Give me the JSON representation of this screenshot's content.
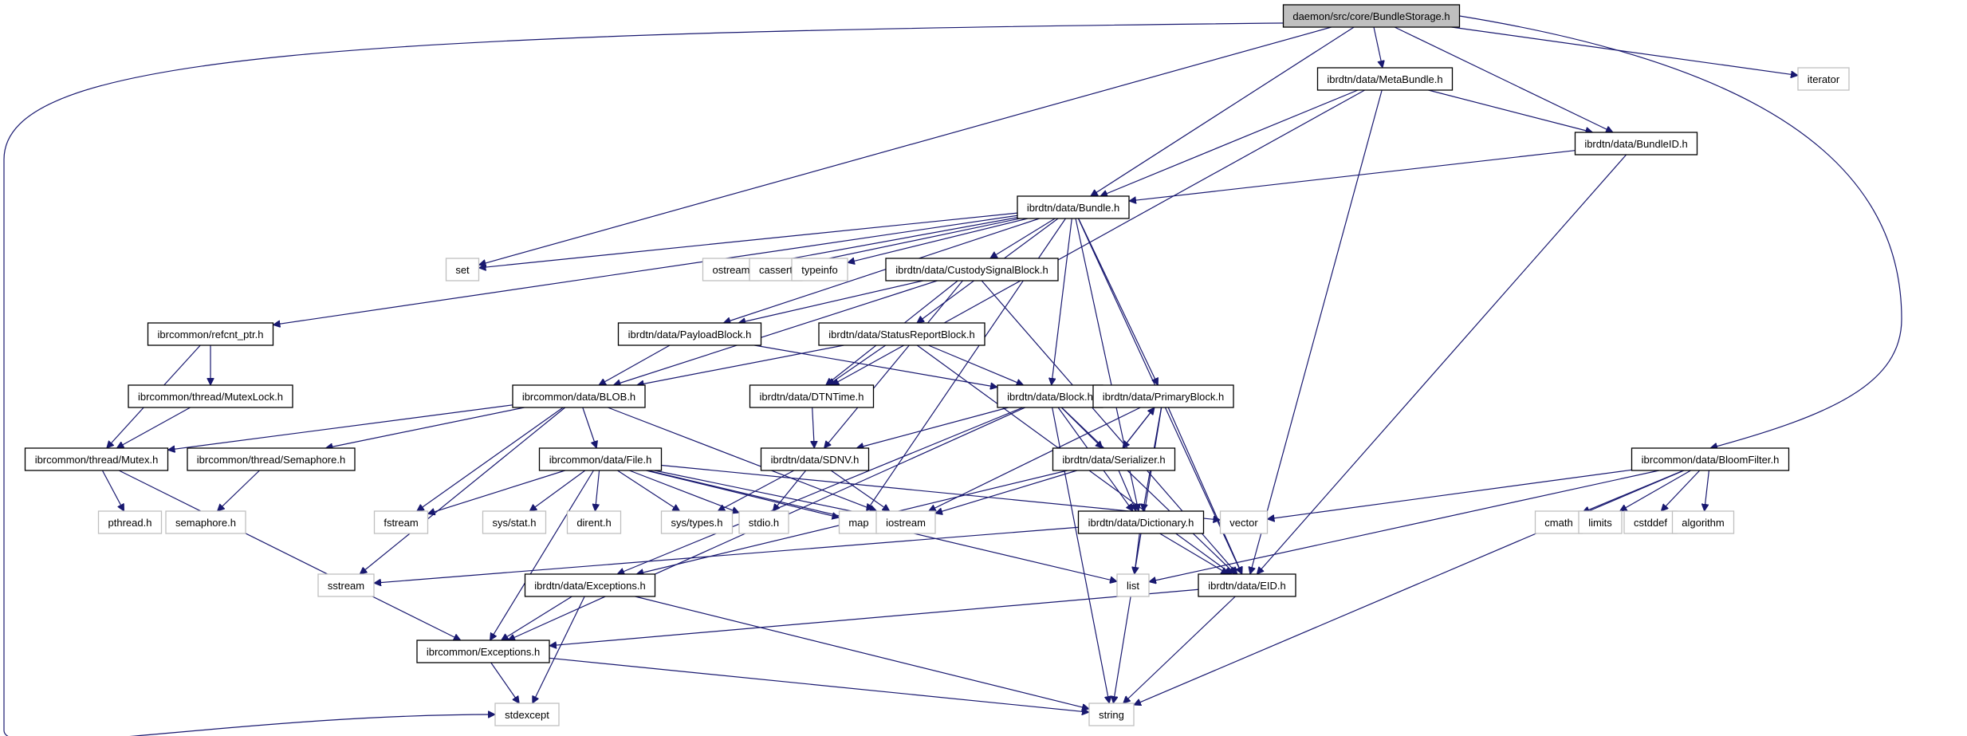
{
  "title": "daemon/src/core/BundleStorage.h",
  "colors": {
    "edge": "#191970",
    "root_fill": "#bfbfbf",
    "header_border": "#000000",
    "system_border": "#bfbfbf"
  },
  "nodes": [
    {
      "id": "root",
      "label": "daemon/src/core/BundleStorage.h",
      "kind": "root"
    },
    {
      "id": "metabundle",
      "label": "ibrdtn/data/MetaBundle.h",
      "kind": "header"
    },
    {
      "id": "iterator",
      "label": "iterator",
      "kind": "system"
    },
    {
      "id": "bundleid",
      "label": "ibrdtn/data/BundleID.h",
      "kind": "header"
    },
    {
      "id": "bundle",
      "label": "ibrdtn/data/Bundle.h",
      "kind": "header"
    },
    {
      "id": "set",
      "label": "set",
      "kind": "system"
    },
    {
      "id": "ostream",
      "label": "ostream",
      "kind": "system"
    },
    {
      "id": "cassert",
      "label": "cassert",
      "kind": "system"
    },
    {
      "id": "typeinfo",
      "label": "typeinfo",
      "kind": "system"
    },
    {
      "id": "custody",
      "label": "ibrdtn/data/CustodySignalBlock.h",
      "kind": "header"
    },
    {
      "id": "refcnt",
      "label": "ibrcommon/refcnt_ptr.h",
      "kind": "header"
    },
    {
      "id": "payload",
      "label": "ibrdtn/data/PayloadBlock.h",
      "kind": "header"
    },
    {
      "id": "statusreport",
      "label": "ibrdtn/data/StatusReportBlock.h",
      "kind": "header"
    },
    {
      "id": "mutexlock",
      "label": "ibrcommon/thread/MutexLock.h",
      "kind": "header"
    },
    {
      "id": "blob",
      "label": "ibrcommon/data/BLOB.h",
      "kind": "header"
    },
    {
      "id": "dtntime",
      "label": "ibrdtn/data/DTNTime.h",
      "kind": "header"
    },
    {
      "id": "block",
      "label": "ibrdtn/data/Block.h",
      "kind": "header"
    },
    {
      "id": "primaryblock",
      "label": "ibrdtn/data/PrimaryBlock.h",
      "kind": "header"
    },
    {
      "id": "mutex",
      "label": "ibrcommon/thread/Mutex.h",
      "kind": "header"
    },
    {
      "id": "semaphore",
      "label": "ibrcommon/thread/Semaphore.h",
      "kind": "header"
    },
    {
      "id": "file",
      "label": "ibrcommon/data/File.h",
      "kind": "header"
    },
    {
      "id": "sdnv",
      "label": "ibrdtn/data/SDNV.h",
      "kind": "header"
    },
    {
      "id": "serializer",
      "label": "ibrdtn/data/Serializer.h",
      "kind": "header"
    },
    {
      "id": "bloomfilter",
      "label": "ibrcommon/data/BloomFilter.h",
      "kind": "header"
    },
    {
      "id": "pthread",
      "label": "pthread.h",
      "kind": "system"
    },
    {
      "id": "semaphoreh",
      "label": "semaphore.h",
      "kind": "system"
    },
    {
      "id": "fstream",
      "label": "fstream",
      "kind": "system"
    },
    {
      "id": "sysstat",
      "label": "sys/stat.h",
      "kind": "system"
    },
    {
      "id": "dirent",
      "label": "dirent.h",
      "kind": "system"
    },
    {
      "id": "systypes",
      "label": "sys/types.h",
      "kind": "system"
    },
    {
      "id": "stdio",
      "label": "stdio.h",
      "kind": "system"
    },
    {
      "id": "map",
      "label": "map",
      "kind": "system"
    },
    {
      "id": "iostream",
      "label": "iostream",
      "kind": "system"
    },
    {
      "id": "dictionary",
      "label": "ibrdtn/data/Dictionary.h",
      "kind": "header"
    },
    {
      "id": "vector",
      "label": "vector",
      "kind": "system"
    },
    {
      "id": "cmath",
      "label": "cmath",
      "kind": "system"
    },
    {
      "id": "limits",
      "label": "limits",
      "kind": "system"
    },
    {
      "id": "cstddef",
      "label": "cstddef",
      "kind": "system"
    },
    {
      "id": "algorithm",
      "label": "algorithm",
      "kind": "system"
    },
    {
      "id": "sstream",
      "label": "sstream",
      "kind": "system"
    },
    {
      "id": "exceptions",
      "label": "ibrdtn/data/Exceptions.h",
      "kind": "header"
    },
    {
      "id": "list",
      "label": "list",
      "kind": "system"
    },
    {
      "id": "eid",
      "label": "ibrdtn/data/EID.h",
      "kind": "header"
    },
    {
      "id": "ibrexceptions",
      "label": "ibrcommon/Exceptions.h",
      "kind": "header"
    },
    {
      "id": "stdexcept",
      "label": "stdexcept",
      "kind": "system"
    },
    {
      "id": "string",
      "label": "string",
      "kind": "system"
    }
  ],
  "edges": [
    [
      "root",
      "metabundle"
    ],
    [
      "root",
      "iterator"
    ],
    [
      "root",
      "bundleid"
    ],
    [
      "root",
      "bundle"
    ],
    [
      "root",
      "set"
    ],
    [
      "root",
      "stdexcept"
    ],
    [
      "root",
      "bloomfilter"
    ],
    [
      "metabundle",
      "bundle"
    ],
    [
      "metabundle",
      "bundleid"
    ],
    [
      "metabundle",
      "eid"
    ],
    [
      "metabundle",
      "dtntime"
    ],
    [
      "bundleid",
      "bundle"
    ],
    [
      "bundleid",
      "eid"
    ],
    [
      "bundle",
      "set"
    ],
    [
      "bundle",
      "ostream"
    ],
    [
      "bundle",
      "cassert"
    ],
    [
      "bundle",
      "typeinfo"
    ],
    [
      "bundle",
      "custody"
    ],
    [
      "bundle",
      "refcnt"
    ],
    [
      "bundle",
      "payload"
    ],
    [
      "bundle",
      "statusreport"
    ],
    [
      "bundle",
      "block"
    ],
    [
      "bundle",
      "primaryblock"
    ],
    [
      "bundle",
      "dictionary"
    ],
    [
      "bundle",
      "eid"
    ],
    [
      "bundle",
      "map"
    ],
    [
      "custody",
      "payload"
    ],
    [
      "custody",
      "blob"
    ],
    [
      "custody",
      "dtntime"
    ],
    [
      "custody",
      "sdnv"
    ],
    [
      "custody",
      "eid"
    ],
    [
      "refcnt",
      "mutexlock"
    ],
    [
      "refcnt",
      "mutex"
    ],
    [
      "mutexlock",
      "mutex"
    ],
    [
      "payload",
      "blob"
    ],
    [
      "payload",
      "block"
    ],
    [
      "statusreport",
      "blob"
    ],
    [
      "statusreport",
      "dtntime"
    ],
    [
      "statusreport",
      "block"
    ],
    [
      "statusreport",
      "eid"
    ],
    [
      "blob",
      "mutex"
    ],
    [
      "blob",
      "semaphore"
    ],
    [
      "blob",
      "file"
    ],
    [
      "blob",
      "fstream"
    ],
    [
      "blob",
      "sstream"
    ],
    [
      "blob",
      "iostream"
    ],
    [
      "dtntime",
      "sdnv"
    ],
    [
      "block",
      "sdnv"
    ],
    [
      "block",
      "serializer"
    ],
    [
      "block",
      "dictionary"
    ],
    [
      "block",
      "eid"
    ],
    [
      "block",
      "exceptions"
    ],
    [
      "block",
      "string"
    ],
    [
      "block",
      "ibrexceptions"
    ],
    [
      "primaryblock",
      "serializer"
    ],
    [
      "primaryblock",
      "dictionary"
    ],
    [
      "primaryblock",
      "eid"
    ],
    [
      "primaryblock",
      "iostream"
    ],
    [
      "primaryblock",
      "string"
    ],
    [
      "serializer",
      "primaryblock"
    ],
    [
      "serializer",
      "dictionary"
    ],
    [
      "serializer",
      "iostream"
    ],
    [
      "serializer",
      "exceptions"
    ],
    [
      "mutex",
      "pthread"
    ],
    [
      "mutex",
      "ibrexceptions"
    ],
    [
      "semaphore",
      "semaphoreh"
    ],
    [
      "file",
      "fstream"
    ],
    [
      "file",
      "sysstat"
    ],
    [
      "file",
      "dirent"
    ],
    [
      "file",
      "systypes"
    ],
    [
      "file",
      "stdio"
    ],
    [
      "file",
      "map"
    ],
    [
      "file",
      "iostream"
    ],
    [
      "file",
      "list"
    ],
    [
      "file",
      "vector"
    ],
    [
      "file",
      "ibrexceptions"
    ],
    [
      "sdnv",
      "systypes"
    ],
    [
      "sdnv",
      "stdio"
    ],
    [
      "sdnv",
      "iostream"
    ],
    [
      "dictionary",
      "sstream"
    ],
    [
      "dictionary",
      "list"
    ],
    [
      "dictionary",
      "eid"
    ],
    [
      "bloomfilter",
      "vector"
    ],
    [
      "bloomfilter",
      "cmath"
    ],
    [
      "bloomfilter",
      "limits"
    ],
    [
      "bloomfilter",
      "cstddef"
    ],
    [
      "bloomfilter",
      "algorithm"
    ],
    [
      "bloomfilter",
      "list"
    ],
    [
      "bloomfilter",
      "string"
    ],
    [
      "exceptions",
      "ibrexceptions"
    ],
    [
      "exceptions",
      "stdexcept"
    ],
    [
      "exceptions",
      "string"
    ],
    [
      "eid",
      "ibrexceptions"
    ],
    [
      "eid",
      "string"
    ],
    [
      "ibrexceptions",
      "stdexcept"
    ],
    [
      "ibrexceptions",
      "string"
    ]
  ]
}
